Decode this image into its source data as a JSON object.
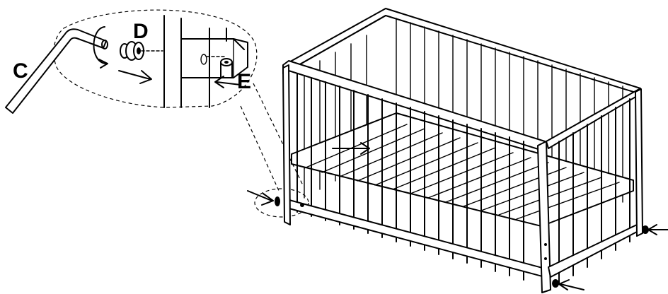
{
  "labels": {
    "allen_key": "C",
    "bolt": "D",
    "barrel_nut": "E"
  },
  "colors": {
    "line": "#000000",
    "background": "#ffffff"
  },
  "icons": [
    "allen-key-icon",
    "bolt-icon",
    "barrel-nut-icon",
    "crib-icon",
    "arrow-icon"
  ]
}
